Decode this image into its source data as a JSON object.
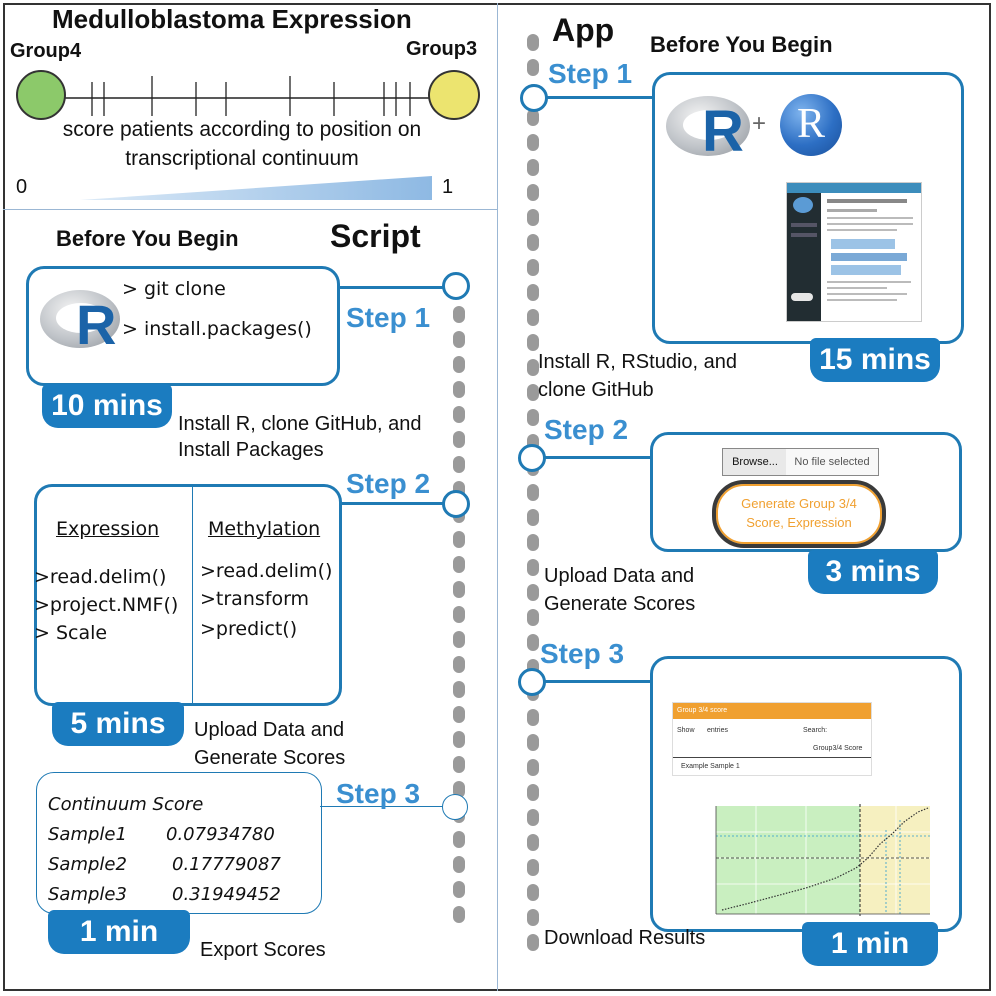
{
  "header": {
    "title": "Medulloblastoma Expression",
    "left_group": "Group4",
    "right_group": "Group3",
    "caption_line1": "score patients according to position on",
    "caption_line2": "transcriptional continuum",
    "scale_min": "0",
    "scale_max": "1",
    "left_color": "#8cc96a",
    "right_color": "#ece46f"
  },
  "script": {
    "before": "Before You Begin",
    "title": "Script",
    "step1": {
      "label": "Step 1",
      "cmd1": "> git clone",
      "cmd2": "> install.packages()",
      "time": "10 mins",
      "desc1": "Install R, clone GitHub, and",
      "desc2": "Install Packages"
    },
    "step2": {
      "label": "Step 2",
      "expr_header": "Expression",
      "expr_lines": [
        ">read.delim()",
        ">project.NMF()",
        "> Scale"
      ],
      "meth_header": "Methylation",
      "meth_lines": [
        ">read.delim()",
        ">transform",
        ">predict()"
      ],
      "time": "5 mins",
      "desc1": "Upload Data and",
      "desc2": "Generate Scores"
    },
    "step3": {
      "label": "Step 3",
      "table_header": "Continuum Score",
      "rows": [
        {
          "name": "Sample1",
          "value": "0.07934780"
        },
        {
          "name": "Sample2",
          "value": "0.17779087"
        },
        {
          "name": "Sample3",
          "value": "0.31949452"
        }
      ],
      "time": "1 min",
      "desc": "Export Scores"
    }
  },
  "app": {
    "title": "App",
    "before": "Before You Begin",
    "step1": {
      "label": "Step 1",
      "rlogo": "R",
      "plus": "+",
      "rstudio": "R",
      "time": "15 mins",
      "desc1": "Install R, RStudio, and",
      "desc2": "clone GitHub"
    },
    "step2": {
      "label": "Step 2",
      "browse": "Browse...",
      "no_file": "No file selected",
      "generate1": "Generate Group 3/4",
      "generate2": "Score, Expression",
      "time": "3 mins",
      "desc1": "Upload Data and",
      "desc2": "Generate Scores"
    },
    "step3": {
      "label": "Step 3",
      "panel_title": "Group 3/4 score",
      "panel_show": "Show",
      "panel_entries": "entries",
      "panel_search": "Search:",
      "panel_col": "Group3/4 Score",
      "panel_row": "Example Sample 1",
      "time": "1 min",
      "desc": "Download Results"
    }
  },
  "colors": {
    "accent": "#1f7ab4",
    "badge": "#1b7cc0",
    "step_text": "#3a8fd0",
    "dots": "#9a9a9a",
    "orange": "#f0a030"
  }
}
